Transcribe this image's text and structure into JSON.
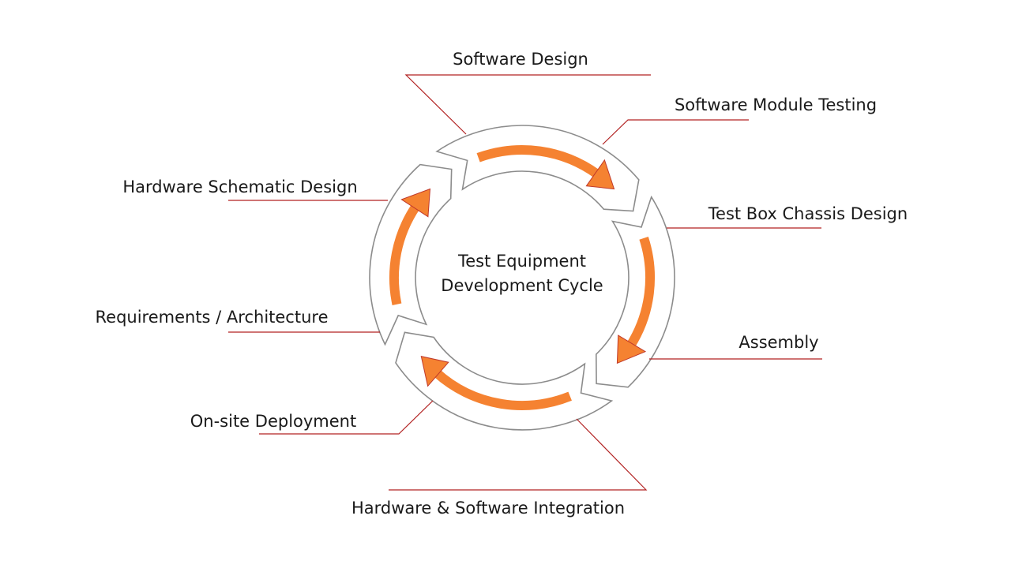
{
  "diagram": {
    "center_title": [
      "Test Equipment",
      "Development Cycle"
    ],
    "stages": [
      {
        "label": "Software Design"
      },
      {
        "label": "Software Module Testing"
      },
      {
        "label": "Test Box Chassis Design"
      },
      {
        "label": "Assembly"
      },
      {
        "label": "Hardware & Software Integration"
      },
      {
        "label": "On-site Deployment"
      },
      {
        "label": "Requirements / Architecture"
      },
      {
        "label": "Hardware Schematic Design"
      }
    ],
    "colors": {
      "arrow": "#f58231",
      "arrow_edge": "#c0392b",
      "ring": "#8c8c8c",
      "leader": "#b22222",
      "text": "#1a1a1a"
    }
  }
}
